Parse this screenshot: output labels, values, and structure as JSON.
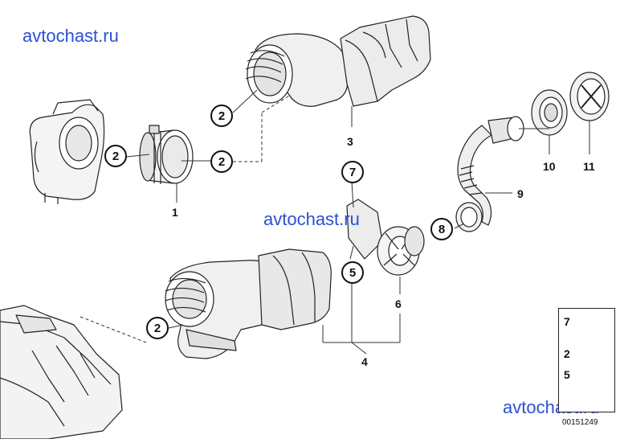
{
  "watermarks": [
    "avtochast.ru",
    "avtochast.ru",
    "avtochast.ru"
  ],
  "callouts": {
    "c2a": "2",
    "c2b": "2",
    "c2c": "2",
    "c2d": "2",
    "c7": "7",
    "c5": "5",
    "c8": "8"
  },
  "labels": {
    "n1": "1",
    "n3": "3",
    "n4": "4",
    "n6": "6",
    "n9": "9",
    "n10": "10",
    "n11": "11"
  },
  "legend": {
    "row1": "7",
    "row2a": "2",
    "row2b": "5"
  },
  "diagram_id": "00151249"
}
